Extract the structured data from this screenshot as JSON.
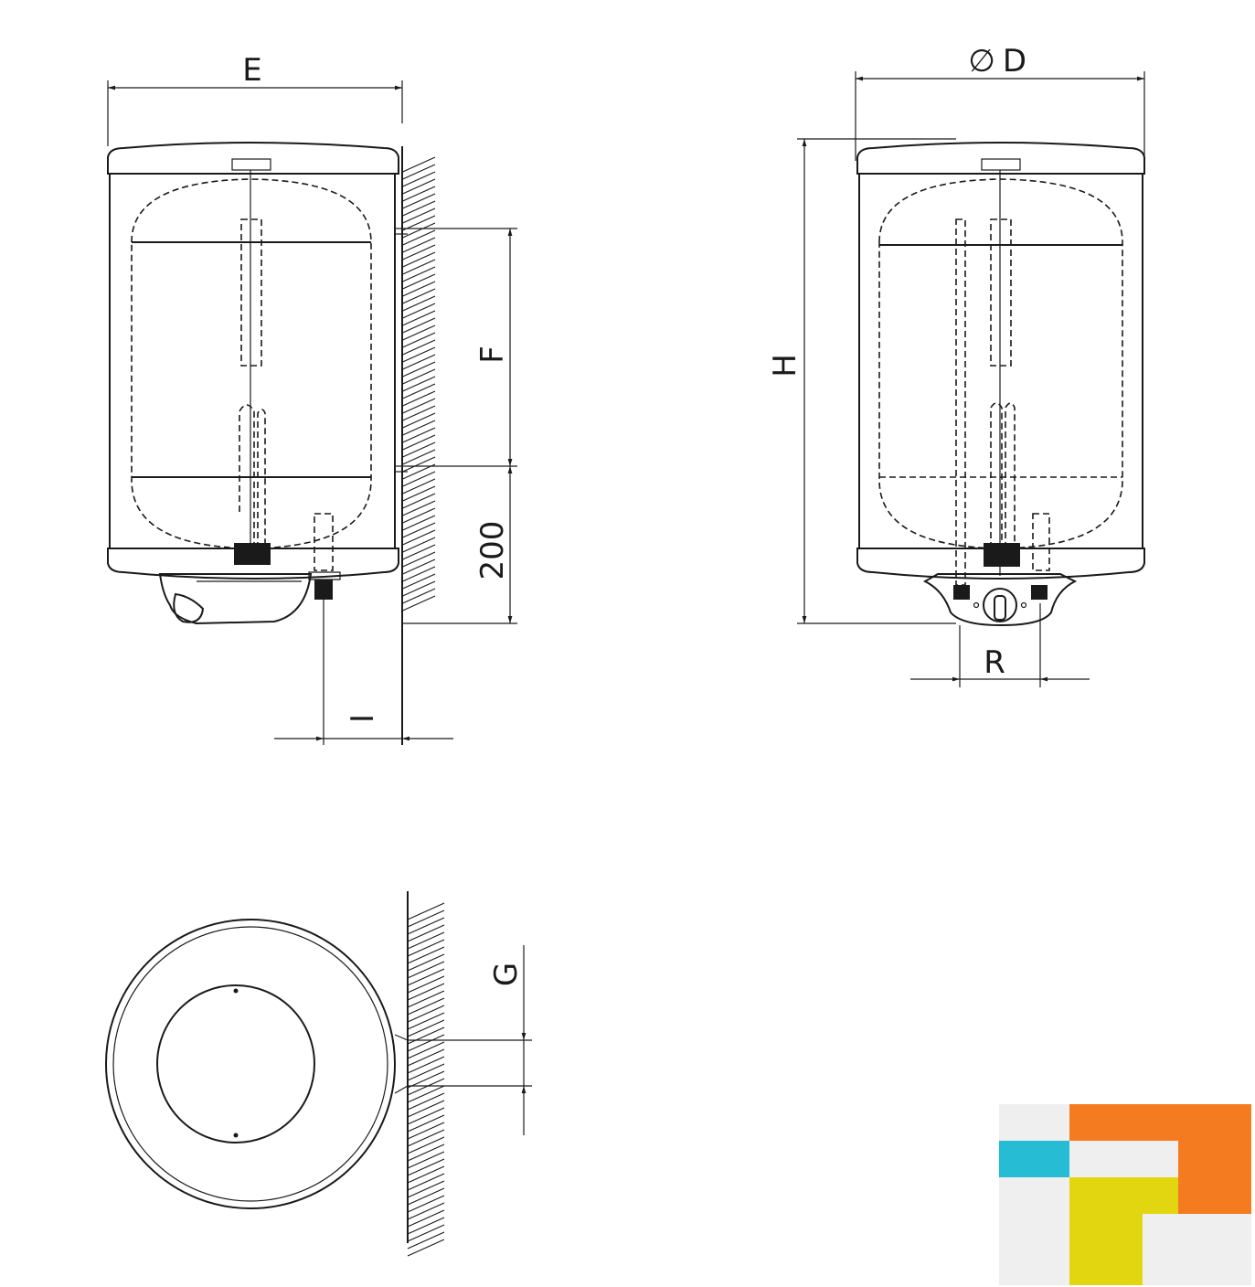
{
  "labels": {
    "E": "E",
    "D": "D",
    "diameter_symbol": "∅",
    "H": "H",
    "F": "F",
    "dim_200": "200",
    "I": "I",
    "R": "R",
    "G": "G"
  },
  "colors": {
    "line": "#1a1a1a",
    "background": "#ffffff",
    "logo_orange": "#F47B20",
    "logo_cyan": "#25BCD4",
    "logo_yellow": "#E1D60F",
    "logo_gray": "#EFEFEF"
  }
}
